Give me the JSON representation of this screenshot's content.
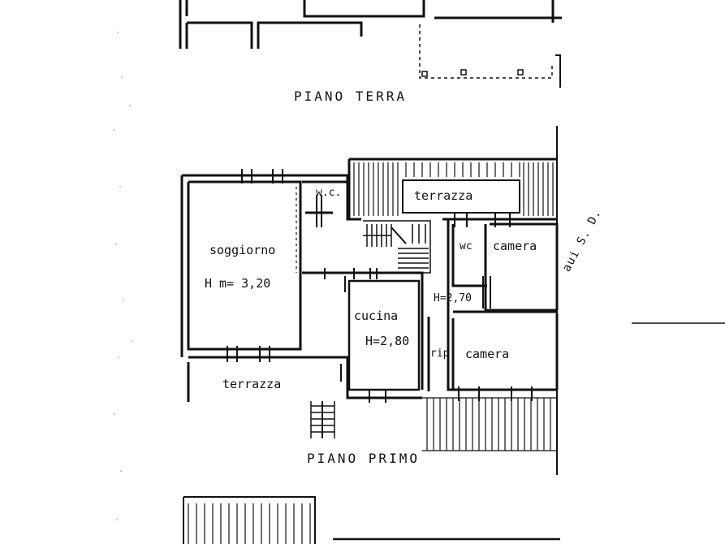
{
  "floor_plan": {
    "ground_floor": {
      "title": "PIANO TERRA"
    },
    "first_floor": {
      "title": "PIANO PRIMO",
      "rooms": {
        "soggiorno": {
          "label": "soggiorno",
          "height": "H m= 3,20"
        },
        "wc_left": {
          "label": "w.c."
        },
        "terrazza_top": {
          "label": "terrazza"
        },
        "wc_right": {
          "label": "wc"
        },
        "camera_top": {
          "label": "camera"
        },
        "cucina": {
          "label": "cucina",
          "height": "H=2,80"
        },
        "hall_height": {
          "label": "H=2,70"
        },
        "ripostiglio": {
          "label": "rip."
        },
        "camera_bottom": {
          "label": "camera"
        },
        "terrazza_bottom": {
          "label": "terrazza"
        }
      }
    },
    "side_note": "aui S. D."
  }
}
